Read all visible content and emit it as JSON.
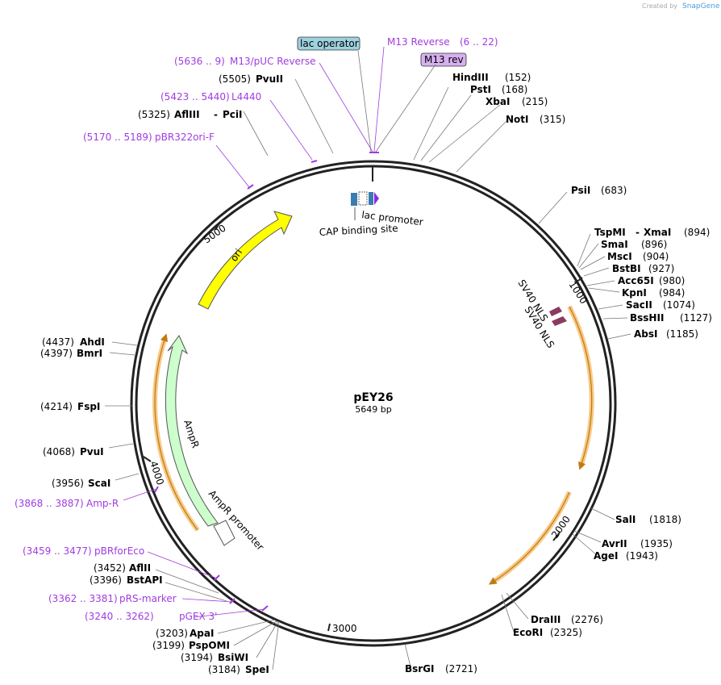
{
  "plasmid": {
    "name": "pEY26",
    "length": "5649 bp"
  },
  "credit": {
    "created_by": "Created by",
    "brand": "SnapGene"
  },
  "ticks": [
    "1000",
    "2000",
    "3000",
    "4000",
    "5000"
  ],
  "features": {
    "ori": "ori",
    "ampr": "AmpR",
    "ampr_promoter": "AmpR promoter",
    "lac_promoter": "lac promoter",
    "cap_site": "CAP binding site",
    "sv40_nls_1": "SV40 NLS",
    "sv40_nls_2": "SV40 NLS"
  },
  "primers": {
    "lac_operator": "lac operator",
    "m13_rev": "M13 rev",
    "m13_reverse": {
      "name": "M13 Reverse",
      "range": "(6 .. 22)"
    },
    "m13_puc_reverse": {
      "range": "(5636 .. 9)",
      "name": "M13/pUC Reverse"
    },
    "l4440": {
      "range": "(5423 .. 5440)",
      "name": "L4440"
    },
    "pbr322ori_f": {
      "range": "(5170 .. 5189)",
      "name": "pBR322ori-F"
    },
    "amp_r": {
      "range": "(3868 .. 3887)",
      "name": "Amp-R"
    },
    "pbrforeco": {
      "range": "(3459 .. 3477)",
      "name": "pBRforEco"
    },
    "prs_marker": {
      "range": "(3362 .. 3381)",
      "name": "pRS-marker"
    },
    "pgex3": {
      "range": "(3240 .. 3262)",
      "name": "pGEX 3'"
    }
  },
  "sites": {
    "hindiii": {
      "name": "HindIII",
      "pos": "(152)"
    },
    "psti": {
      "name": "PstI",
      "pos": "(168)"
    },
    "xbai": {
      "name": "XbaI",
      "pos": "(215)"
    },
    "noti": {
      "name": "NotI",
      "pos": "(315)"
    },
    "psii": {
      "name": "PsiI",
      "pos": "(683)"
    },
    "tspmi": {
      "name": "TspMI",
      "sep": "-",
      "name2": "XmaI",
      "pos": "(894)"
    },
    "smai": {
      "name": "SmaI",
      "pos": "(896)"
    },
    "msci": {
      "name": "MscI",
      "pos": "(904)"
    },
    "bstbi": {
      "name": "BstBI",
      "pos": "(927)"
    },
    "acc65i": {
      "name": "Acc65I",
      "pos": "(980)"
    },
    "kpni": {
      "name": "KpnI",
      "pos": "(984)"
    },
    "sacii": {
      "name": "SacII",
      "pos": "(1074)"
    },
    "bsshii": {
      "name": "BssHII",
      "pos": "(1127)"
    },
    "absi": {
      "name": "AbsI",
      "pos": "(1185)"
    },
    "sali": {
      "name": "SalI",
      "pos": "(1818)"
    },
    "avrii": {
      "name": "AvrII",
      "pos": "(1935)"
    },
    "agei": {
      "name": "AgeI",
      "pos": "(1943)"
    },
    "draiii": {
      "name": "DraIII",
      "pos": "(2276)"
    },
    "ecori": {
      "name": "EcoRI",
      "pos": "(2325)"
    },
    "bsrgi": {
      "name": "BsrGI",
      "pos": "(2721)"
    },
    "spei": {
      "name": "SpeI",
      "pos": "(3184)"
    },
    "bsiwi": {
      "name": "BsiWI",
      "pos": "(3194)"
    },
    "pspomi": {
      "name": "PspOMI",
      "pos": "(3199)"
    },
    "apai": {
      "name": "ApaI",
      "pos": "(3203)"
    },
    "bstapi": {
      "name": "BstAPI",
      "pos": "(3396)"
    },
    "afliii_b": {
      "name": "AflII",
      "pos": "(3452)"
    },
    "scai": {
      "name": "ScaI",
      "pos": "(3956)"
    },
    "pvui": {
      "name": "PvuI",
      "pos": "(4068)"
    },
    "fspi": {
      "name": "FspI",
      "pos": "(4214)"
    },
    "bmri": {
      "name": "BmrI",
      "pos": "(4397)"
    },
    "ahdi": {
      "name": "AhdI",
      "pos": "(4437)"
    },
    "afliii": {
      "name": "AflIII",
      "sep": "-",
      "name2": "PciI",
      "pos": "(5325)"
    },
    "pvuii": {
      "pos": "(5505)",
      "name": "PvuII"
    }
  },
  "colors": {
    "backbone": "#222222",
    "ori": "#ffff00",
    "ampr": "#ccffcc",
    "orf": "#f7c985",
    "primer": "#a03ce0",
    "nls": "#8b3a62",
    "lac_operator_bg": "#9fd1de",
    "m13_rev_bg": "#d6b0f0"
  }
}
